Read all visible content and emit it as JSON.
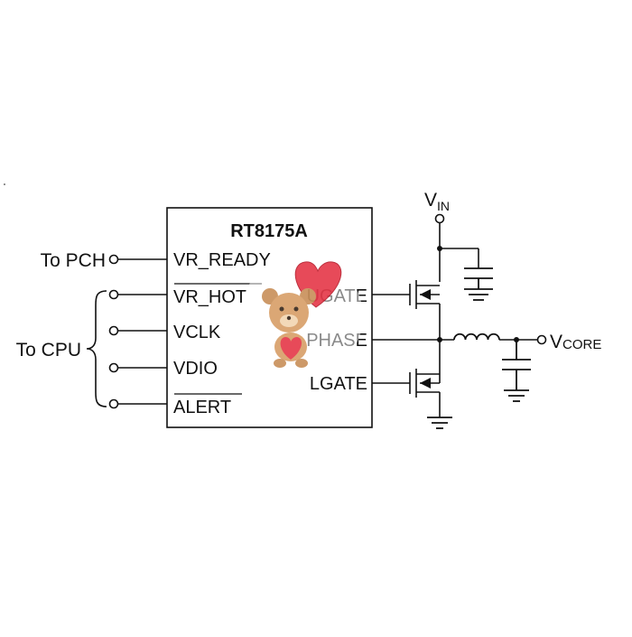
{
  "chip": {
    "name": "RT8175A",
    "left_pins": [
      "VR_READY",
      "VR_HOT",
      "VCLK",
      "VDIO",
      "ALERT"
    ],
    "right_pins": [
      "UGATE",
      "PHASE",
      "LGATE"
    ]
  },
  "labels": {
    "to_pch": "To PCH",
    "to_cpu": "To CPU",
    "vin_main": "V",
    "vin_sub": "IN",
    "vcore_main": "V",
    "vcore_sub": "CORE"
  },
  "colors": {
    "line": "#111111",
    "watermark_heart": "#e63b4b",
    "watermark_bear": "#c9915c"
  },
  "watermark": {
    "icon": "teddy-bear-heart-icon"
  }
}
